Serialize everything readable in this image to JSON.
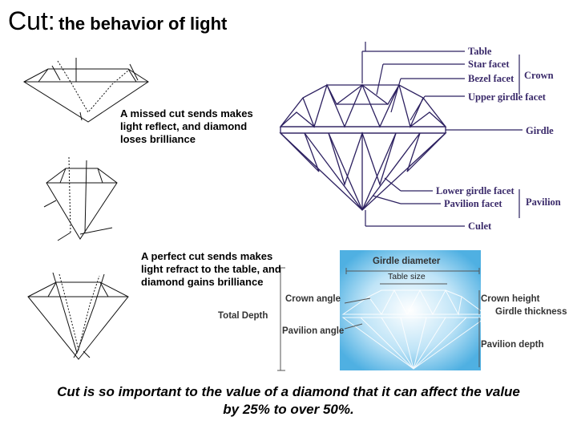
{
  "title": {
    "main": "Cut:",
    "sub": "the behavior of light"
  },
  "captions": {
    "missed": "A missed cut sends makes light reflect, and diamond loses brilliance",
    "perfect": "A perfect cut sends makes light refract to the table, and diamond gains brilliance"
  },
  "anatomy": {
    "table": "Table",
    "star_facet": "Star facet",
    "bezel_facet": "Bezel facet",
    "crown": "Crown",
    "upper_girdle_facet": "Upper girdle facet",
    "girdle": "Girdle",
    "lower_girdle_facet": "Lower girdle facet",
    "pavilion_facet": "Pavilion facet",
    "pavilion": "Pavilion",
    "culet": "Culet"
  },
  "proportions": {
    "girdle_diameter": "Girdle diameter",
    "table_size": "Table size",
    "crown_angle": "Crown angle",
    "crown_height": "Crown height",
    "girdle_thickness": "Girdle thickness",
    "total_depth": "Total Depth",
    "pavilion_angle": "Pavilion angle",
    "pavilion_depth": "Pavilion depth"
  },
  "footer": "Cut is so important to the value of a diamond that it can affect the value by 25% to over 50%.",
  "colors": {
    "anatomy_ink": "#3a2a6a",
    "glow": "#6fc3ec"
  }
}
